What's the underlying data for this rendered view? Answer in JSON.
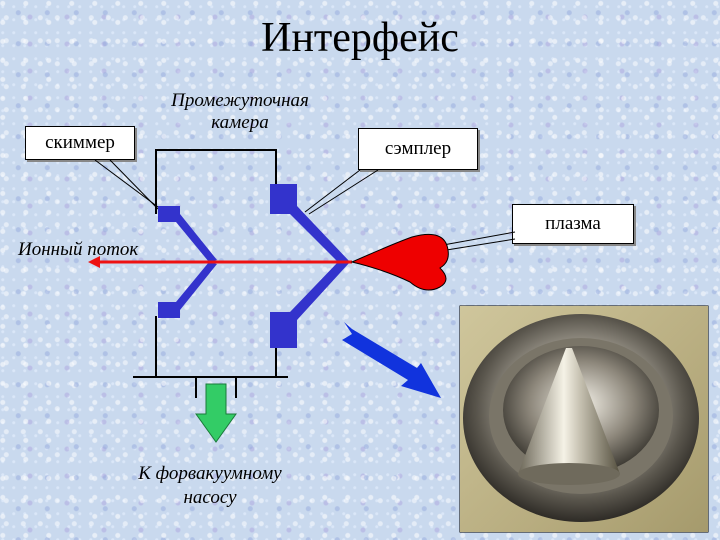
{
  "title": "Интерфейс",
  "labels": {
    "skimmer": "скиммер",
    "chamber": "Промежуточная\nкамера",
    "sampler": "сэмплер",
    "plasma": "плазма",
    "ion_flow": "Ионный поток",
    "pump": "К форвакуумному\nнасосу"
  },
  "colors": {
    "cones": "#3333cc",
    "ion_beam": "#ee1111",
    "plasma": "#ee0000",
    "pump_arrow": "#33cc66",
    "pointer_arrow": "#1133dd"
  }
}
